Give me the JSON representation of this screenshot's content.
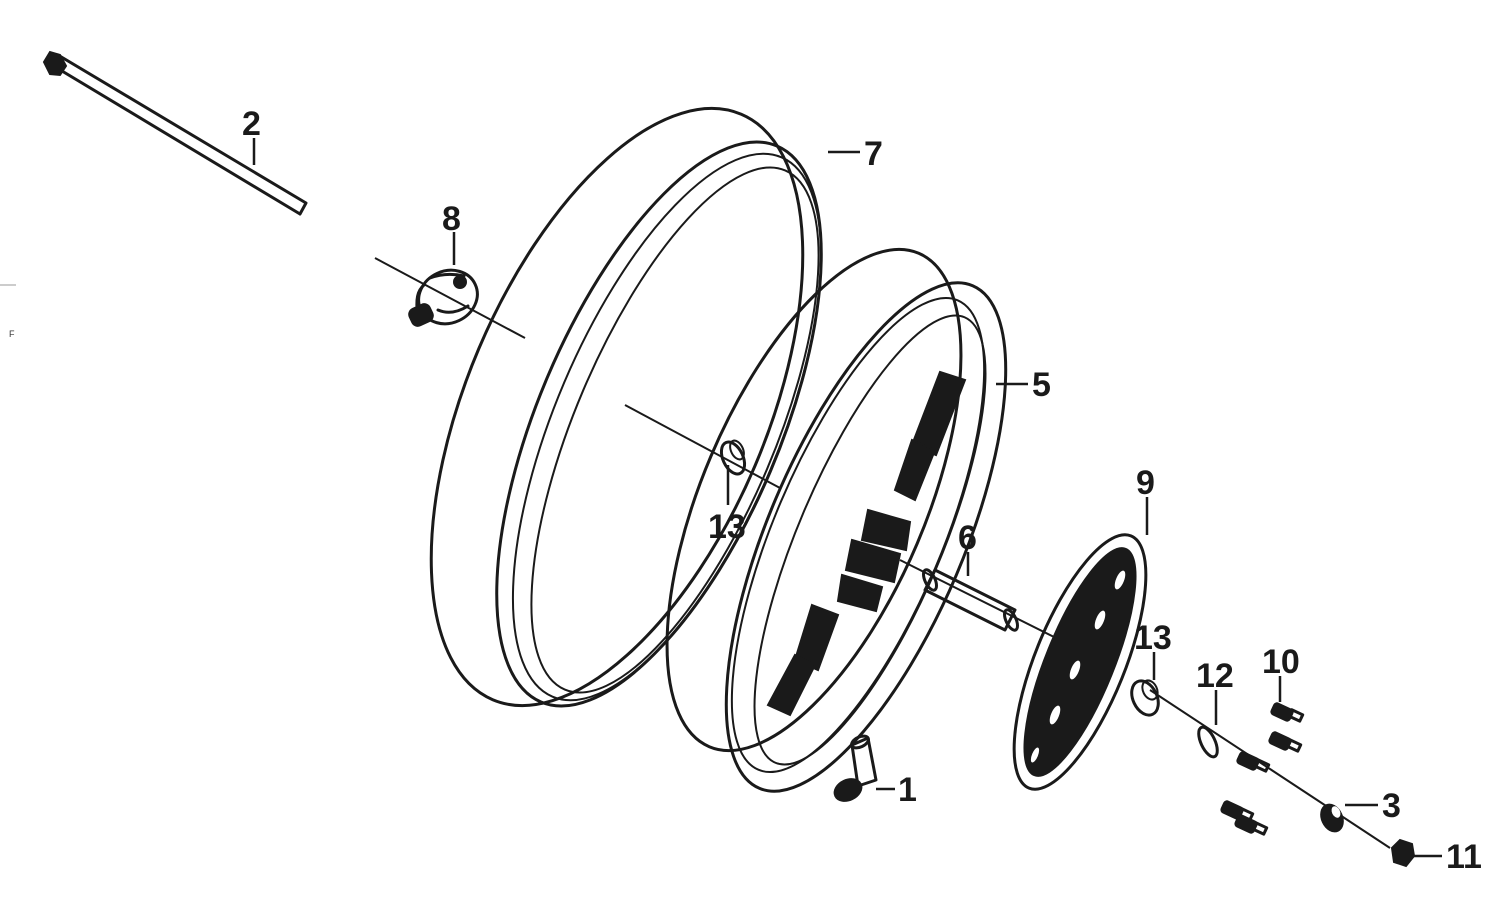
{
  "callouts": [
    {
      "id": "c1",
      "text": "1"
    },
    {
      "id": "c2",
      "text": "2"
    },
    {
      "id": "c3",
      "text": "3"
    },
    {
      "id": "c5",
      "text": "5"
    },
    {
      "id": "c6",
      "text": "6"
    },
    {
      "id": "c7",
      "text": "7"
    },
    {
      "id": "c8",
      "text": "8"
    },
    {
      "id": "c9",
      "text": "9"
    },
    {
      "id": "c10",
      "text": "10"
    },
    {
      "id": "c11",
      "text": "11"
    },
    {
      "id": "c12",
      "text": "12"
    },
    {
      "id": "c13a",
      "text": "13"
    },
    {
      "id": "c13b",
      "text": "13"
    }
  ],
  "margin_mark": "F"
}
